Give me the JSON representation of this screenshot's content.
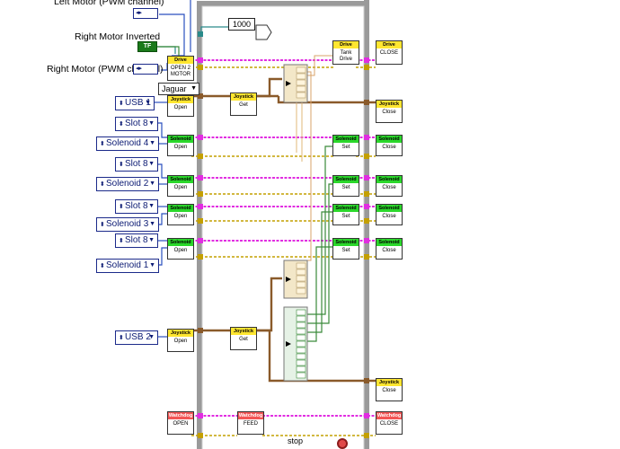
{
  "labels": {
    "left_motor": "Left Motor (PWM channel)",
    "right_motor_inverted": "Right Motor Inverted",
    "right_motor": "Right Motor (PWM channel)",
    "stop": "stop"
  },
  "controls": {
    "usb1": "USB 1",
    "usb2": "USB 2",
    "slot1": "Slot 8",
    "slot2": "Slot 8",
    "slot3": "Slot 8",
    "slot4": "Slot 8",
    "sol4": "Solenoid 4",
    "sol2": "Solenoid 2",
    "sol3": "Solenoid 3",
    "sol1": "Solenoid 1",
    "jaguar": "Jaguar",
    "bool_tf": "TF",
    "const_1000": "1000"
  },
  "vis": {
    "drive_open": {
      "header": "Drive",
      "body": "OPEN 2 MOTOR"
    },
    "drive_task": {
      "header": "Drive",
      "body": "Tank Drive"
    },
    "drive_close": {
      "header": "Drive",
      "body": "CLOSE"
    },
    "joy_open1": {
      "header": "Joystick",
      "body": "Open"
    },
    "joy_get1": {
      "header": "Joystick",
      "body": "Get"
    },
    "joy_close1": {
      "header": "Joystick",
      "body": "Close"
    },
    "sol_open_a": {
      "header": "Solenoid",
      "body": "Open"
    },
    "sol_set_a": {
      "header": "Solenoid",
      "body": "Set"
    },
    "sol_close_a": {
      "header": "Solenoid",
      "body": "Close"
    },
    "sol_open_b": {
      "header": "Solenoid",
      "body": "Open"
    },
    "sol_set_b": {
      "header": "Solenoid",
      "body": "Set"
    },
    "sol_close_b": {
      "header": "Solenoid",
      "body": "Close"
    },
    "sol_open_c": {
      "header": "Solenoid",
      "body": "Open"
    },
    "sol_set_c": {
      "header": "Solenoid",
      "body": "Set"
    },
    "sol_close_c": {
      "header": "Solenoid",
      "body": "Close"
    },
    "sol_open_d": {
      "header": "Solenoid",
      "body": "Open"
    },
    "sol_set_d": {
      "header": "Solenoid",
      "body": "Set"
    },
    "sol_close_d": {
      "header": "Solenoid",
      "body": "Close"
    },
    "joy_open2": {
      "header": "Joystick",
      "body": "Open"
    },
    "joy_get2": {
      "header": "Joystick",
      "body": "Get"
    },
    "joy_close2": {
      "header": "Joystick",
      "body": "Close"
    },
    "wd_open": {
      "header": "Watchdog",
      "body": "OPEN"
    },
    "wd_feed": {
      "header": "Watchdog",
      "body": "FEED"
    },
    "wd_close": {
      "header": "Watchdog",
      "body": "CLOSE"
    }
  },
  "colors": {
    "refnum_wire": "#e12de1",
    "dbl_wire": "#8a5a2a",
    "bool_wire": "#3a8a3a",
    "error_wire": "#c4a000",
    "loop_border": "#9a9a9a",
    "numeric_wire": "#2a4fbf"
  }
}
